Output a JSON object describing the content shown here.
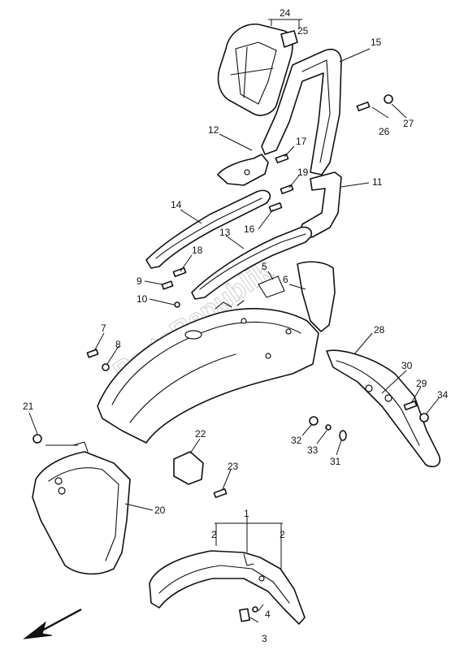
{
  "watermark": "PartsRepublik",
  "callouts": [
    {
      "id": "1",
      "text": "1"
    },
    {
      "id": "2a",
      "text": "2"
    },
    {
      "id": "2b",
      "text": "2"
    },
    {
      "id": "3",
      "text": "3"
    },
    {
      "id": "4",
      "text": "4"
    },
    {
      "id": "5",
      "text": "5"
    },
    {
      "id": "6",
      "text": "6"
    },
    {
      "id": "7",
      "text": "7"
    },
    {
      "id": "8",
      "text": "8"
    },
    {
      "id": "9",
      "text": "9"
    },
    {
      "id": "10",
      "text": "10"
    },
    {
      "id": "11",
      "text": "11"
    },
    {
      "id": "12",
      "text": "12"
    },
    {
      "id": "13",
      "text": "13"
    },
    {
      "id": "14",
      "text": "14"
    },
    {
      "id": "15",
      "text": "15"
    },
    {
      "id": "16",
      "text": "16"
    },
    {
      "id": "17",
      "text": "17"
    },
    {
      "id": "18",
      "text": "18"
    },
    {
      "id": "19",
      "text": "19"
    },
    {
      "id": "20",
      "text": "20"
    },
    {
      "id": "21",
      "text": "21"
    },
    {
      "id": "22",
      "text": "22"
    },
    {
      "id": "23",
      "text": "23"
    },
    {
      "id": "24",
      "text": "24"
    },
    {
      "id": "25",
      "text": "25"
    },
    {
      "id": "26",
      "text": "26"
    },
    {
      "id": "27",
      "text": "27"
    },
    {
      "id": "28",
      "text": "28"
    },
    {
      "id": "29",
      "text": "29"
    },
    {
      "id": "30",
      "text": "30"
    },
    {
      "id": "31",
      "text": "31"
    },
    {
      "id": "32",
      "text": "32"
    },
    {
      "id": "33",
      "text": "33"
    },
    {
      "id": "34",
      "text": "34"
    }
  ]
}
